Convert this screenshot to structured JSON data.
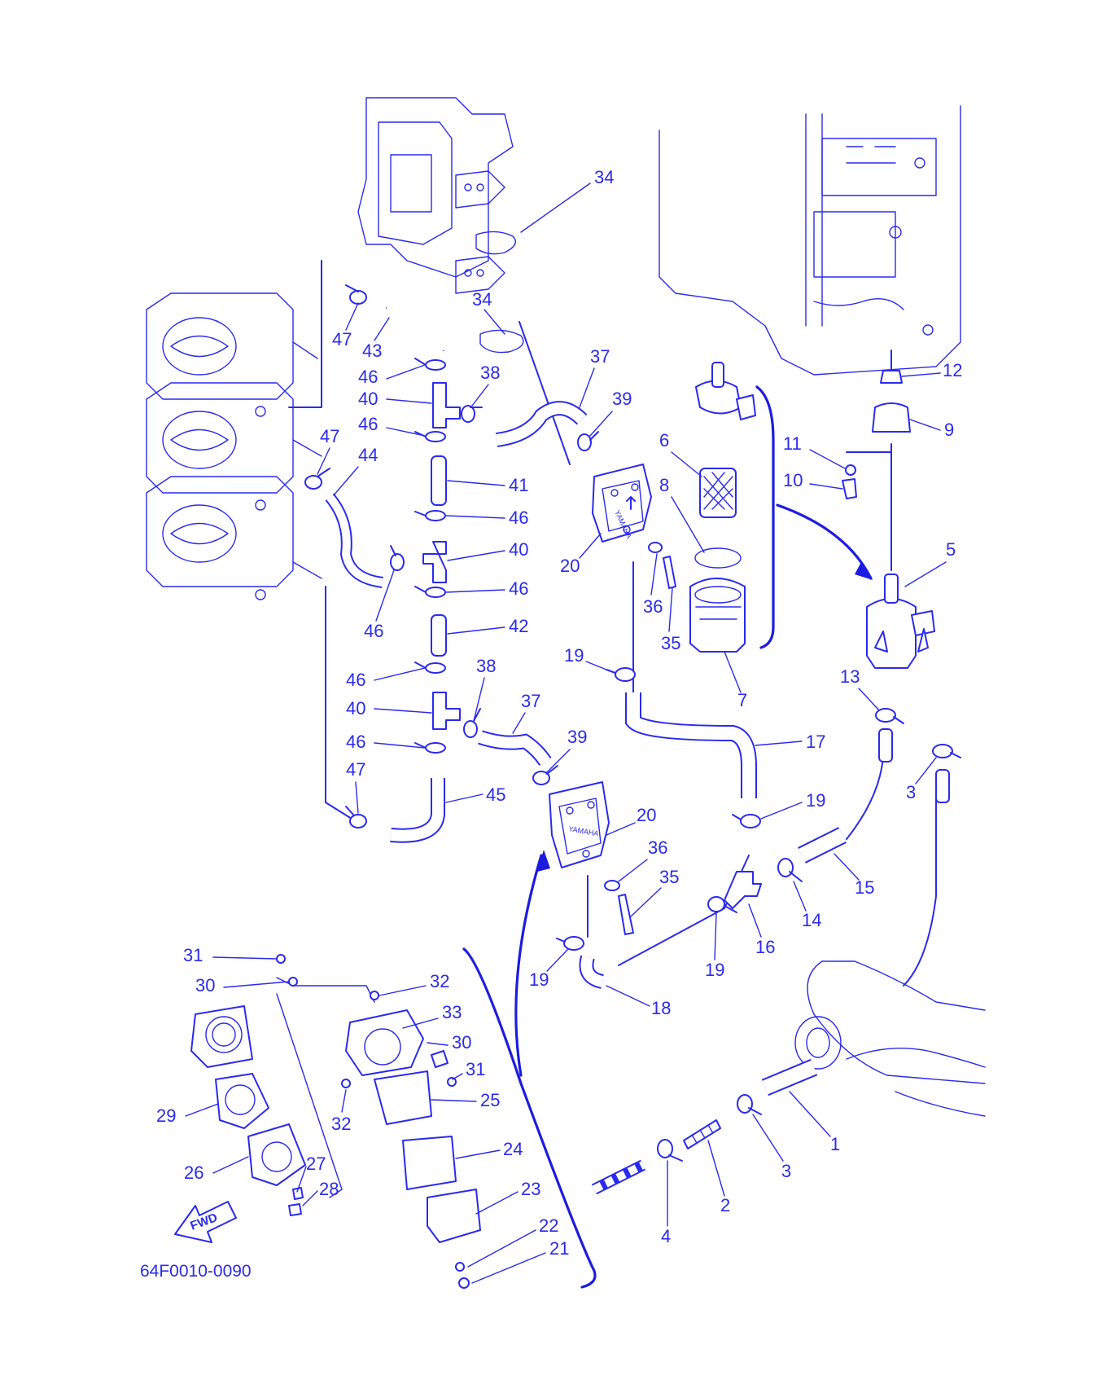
{
  "drawing_code": "64F0010-0090",
  "fwd_label": "FWD",
  "brand_label": "YAMAHA",
  "accent_color": "#2a2af0",
  "part_numbers": [
    "1",
    "2",
    "3",
    "4",
    "5",
    "6",
    "7",
    "8",
    "9",
    "10",
    "11",
    "12",
    "13",
    "14",
    "15",
    "16",
    "17",
    "18",
    "19",
    "20",
    "21",
    "22",
    "23",
    "24",
    "25",
    "26",
    "27",
    "28",
    "29",
    "30",
    "31",
    "32",
    "33",
    "34",
    "35",
    "36",
    "37",
    "38",
    "39",
    "40",
    "41",
    "42",
    "43",
    "44",
    "45",
    "46",
    "47"
  ],
  "callouts": [
    {
      "label": "34"
    },
    {
      "label": "34"
    },
    {
      "label": "47"
    },
    {
      "label": "43"
    },
    {
      "label": "46"
    },
    {
      "label": "38"
    },
    {
      "label": "37"
    },
    {
      "label": "40"
    },
    {
      "label": "39"
    },
    {
      "label": "46"
    },
    {
      "label": "47"
    },
    {
      "label": "44"
    },
    {
      "label": "41"
    },
    {
      "label": "46"
    },
    {
      "label": "40"
    },
    {
      "label": "20"
    },
    {
      "label": "46"
    },
    {
      "label": "46"
    },
    {
      "label": "42"
    },
    {
      "label": "36"
    },
    {
      "label": "35"
    },
    {
      "label": "6"
    },
    {
      "label": "8"
    },
    {
      "label": "7"
    },
    {
      "label": "12"
    },
    {
      "label": "9"
    },
    {
      "label": "11"
    },
    {
      "label": "10"
    },
    {
      "label": "5"
    },
    {
      "label": "13"
    },
    {
      "label": "19"
    },
    {
      "label": "46"
    },
    {
      "label": "38"
    },
    {
      "label": "40"
    },
    {
      "label": "37"
    },
    {
      "label": "46"
    },
    {
      "label": "39"
    },
    {
      "label": "47"
    },
    {
      "label": "45"
    },
    {
      "label": "17"
    },
    {
      "label": "3"
    },
    {
      "label": "19"
    },
    {
      "label": "20"
    },
    {
      "label": "36"
    },
    {
      "label": "35"
    },
    {
      "label": "15"
    },
    {
      "label": "14"
    },
    {
      "label": "16"
    },
    {
      "label": "19"
    },
    {
      "label": "19"
    },
    {
      "label": "18"
    },
    {
      "label": "31"
    },
    {
      "label": "30"
    },
    {
      "label": "32"
    },
    {
      "label": "33"
    },
    {
      "label": "30"
    },
    {
      "label": "31"
    },
    {
      "label": "25"
    },
    {
      "label": "32"
    },
    {
      "label": "29"
    },
    {
      "label": "26"
    },
    {
      "label": "27"
    },
    {
      "label": "28"
    },
    {
      "label": "24"
    },
    {
      "label": "23"
    },
    {
      "label": "22"
    },
    {
      "label": "21"
    },
    {
      "label": "1"
    },
    {
      "label": "3"
    },
    {
      "label": "2"
    },
    {
      "label": "4"
    }
  ]
}
